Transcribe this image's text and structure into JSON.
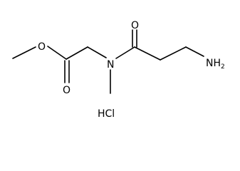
{
  "molecule": {
    "atoms": {
      "O_ester": "O",
      "O_carbonyl_ester": "O",
      "N_amide": "N",
      "O_carbonyl_amide": "O",
      "amine_main": "NH",
      "amine_subscript": "2"
    },
    "salt": "HCl"
  },
  "colors": {
    "bond": "#000000",
    "text": "#000000",
    "background": "#ffffff"
  }
}
